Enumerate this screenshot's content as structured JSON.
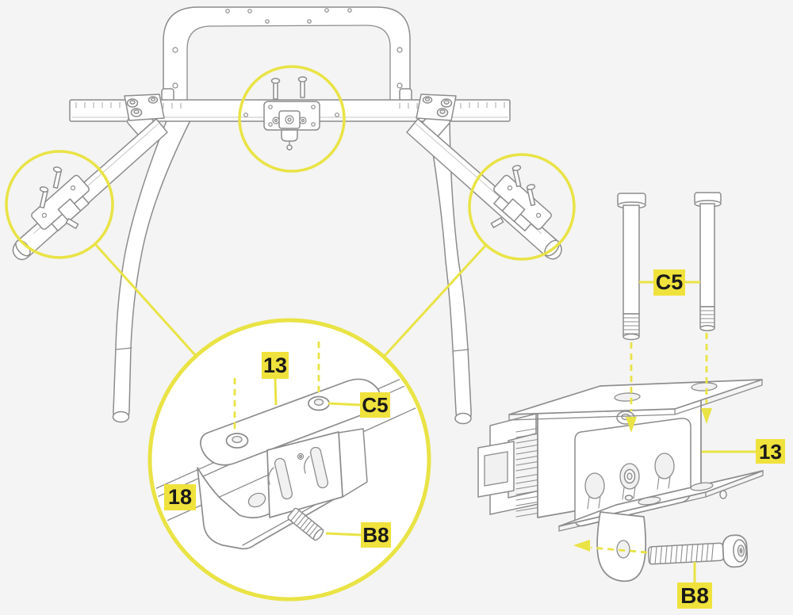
{
  "diagram": {
    "background": "#f4f4f4",
    "accent_yellow": "#e9e345",
    "label_background": "#f0e23c",
    "label_text_color": "#1a1a1a",
    "line_color": "#8c8c8c"
  },
  "detail_view_labels": {
    "plate": "13",
    "screw": "C5",
    "rail_bracket": "18",
    "stud": "B8"
  },
  "hardware_view_labels": {
    "bolts": "C5",
    "clamp_bracket": "13",
    "screw": "B8"
  }
}
